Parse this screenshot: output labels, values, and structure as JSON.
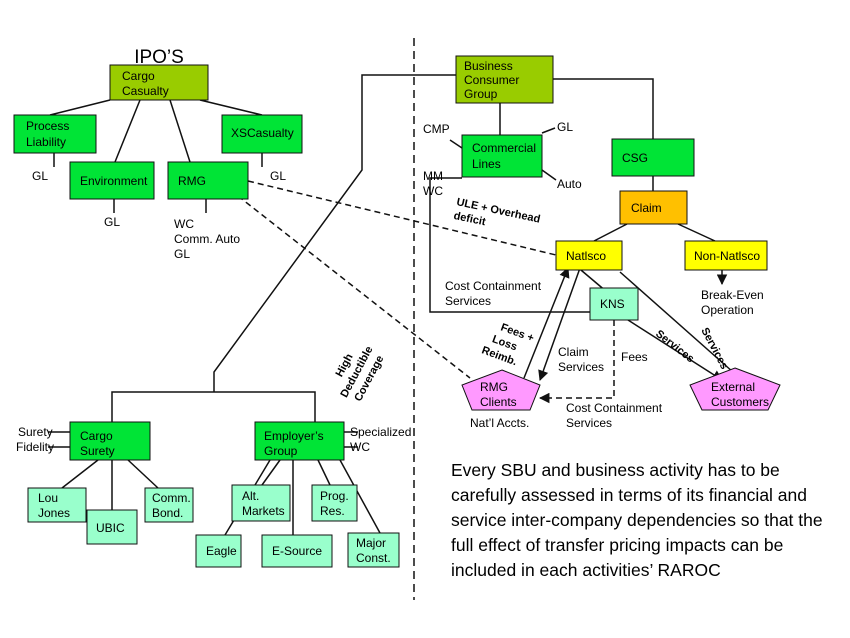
{
  "title": "IPO’S",
  "nodes": {
    "cargo_casualty": [
      "Cargo",
      "Casualty"
    ],
    "process_liability": [
      "Process",
      "Liability"
    ],
    "environment": [
      "Environment"
    ],
    "rmg": [
      "RMG"
    ],
    "xs_casualty": [
      "XSCasualty"
    ],
    "bcg": [
      "Business",
      "Consumer",
      "Group"
    ],
    "commercial_lines": [
      "Commercial",
      "Lines"
    ],
    "csg": [
      "CSG"
    ],
    "claim": [
      "Claim"
    ],
    "natlsco": [
      "Natlsco"
    ],
    "non_natlsco": [
      "Non-Natlsco"
    ],
    "kns": [
      "KNS"
    ],
    "rmg_clients": [
      "RMG",
      "Clients"
    ],
    "external_customers": [
      "External",
      "Customers"
    ],
    "cargo_surety": [
      "Cargo",
      "Surety"
    ],
    "employers_group": [
      "Employer’s",
      "Group"
    ],
    "lou_jones": [
      "Lou",
      "Jones"
    ],
    "ubic": [
      "UBIC"
    ],
    "comm_bond": [
      "Comm.",
      "Bond."
    ],
    "alt_markets": [
      "Alt.",
      "Markets"
    ],
    "prog_res": [
      "Prog.",
      "Res."
    ],
    "eagle": [
      "Eagle"
    ],
    "esource": [
      "E-Source"
    ],
    "major_const": [
      "Major",
      "Const."
    ]
  },
  "labels": {
    "gl_process": "GL",
    "gl_env": "GL",
    "gl_xs": "GL",
    "rmg_lines": [
      "WC",
      "Comm. Auto",
      "GL"
    ],
    "cmp": "CMP",
    "gl_cl": "GL",
    "mm_wc": [
      "MM",
      "WC"
    ],
    "auto": "Auto",
    "ule": [
      "ULE + Overhead",
      "deficit"
    ],
    "break_even": [
      "Break-Even",
      "Operation"
    ],
    "cost_containment_1": [
      "Cost Containment",
      "Services"
    ],
    "fees_loss": [
      "Fees +",
      "Loss",
      "Reimb."
    ],
    "claim_services": [
      "Claim",
      "Services"
    ],
    "fees": "Fees",
    "services_1": "Services",
    "services_2": "Services",
    "high_deductible": [
      "High",
      "Deductible",
      "Coverage"
    ],
    "natl_accts": "Nat’l Accts.",
    "cost_containment_2": [
      "Cost Containment",
      "Services"
    ],
    "surety": "Surety",
    "fidelity": "Fidelity",
    "specialized_wc": [
      "Specialized",
      "WC"
    ]
  },
  "note": "Every SBU and business activity has to be carefully assessed in terms of its financial and service inter-company dependencies so that the full effect of transfer pricing impacts can be included in each activities’ RAROC"
}
